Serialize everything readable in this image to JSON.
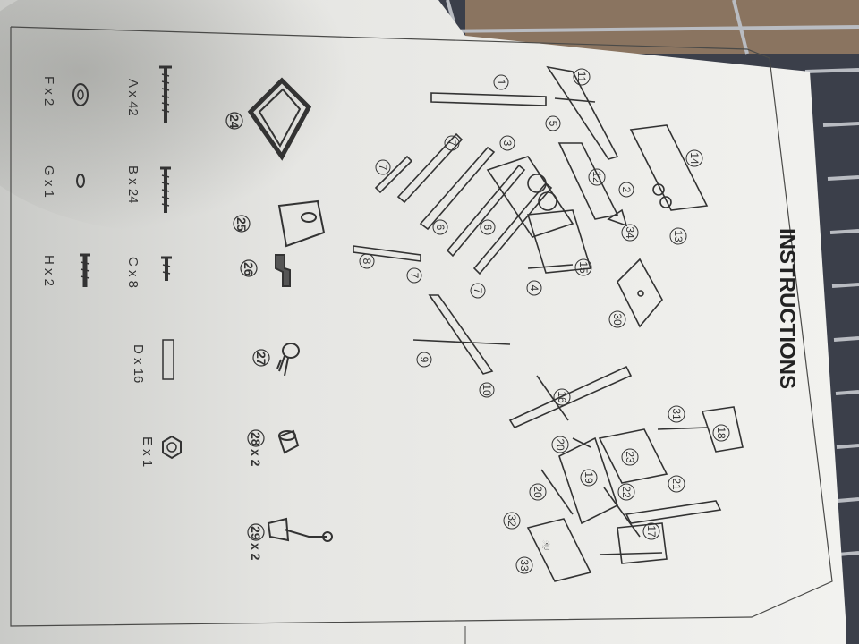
{
  "sheet": {
    "title": "INSTRUCTIONS"
  },
  "hardware": [
    {
      "label": "A x 42"
    },
    {
      "label": "B x 24"
    },
    {
      "label": "C x 8"
    },
    {
      "label": "D x 16"
    },
    {
      "label": "E x 1"
    },
    {
      "label": "F x 2"
    },
    {
      "label": "G x 1"
    },
    {
      "label": "H x 2"
    }
  ],
  "accessories": [
    {
      "number": "24"
    },
    {
      "number": "25"
    },
    {
      "number": "26"
    },
    {
      "number": "27"
    },
    {
      "number": "28",
      "qty": "x 2"
    },
    {
      "number": "29",
      "qty": "x 2"
    }
  ],
  "callouts": [
    "1",
    "2",
    "3",
    "4",
    "5",
    "6",
    "6",
    "7",
    "7",
    "7",
    "7",
    "8",
    "9",
    "10",
    "11",
    "12",
    "13",
    "14",
    "15",
    "16",
    "17",
    "18",
    "19",
    "20",
    "20",
    "21",
    "22",
    "23",
    "30",
    "31",
    "32",
    "33",
    "34"
  ],
  "colors": {
    "paper": "#efefec",
    "ink": "#3a3a3a",
    "background": "#3b3f4a",
    "wire_rack": "#b9bcc2"
  }
}
